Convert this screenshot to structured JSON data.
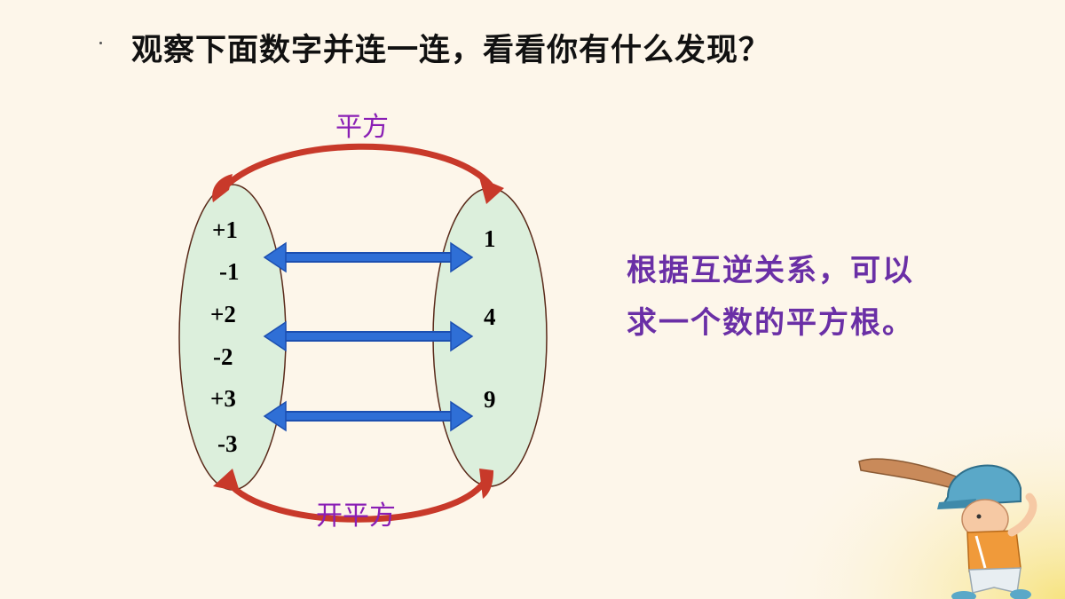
{
  "title": "观察下面数字并连一连，看看你有什么发现？",
  "top_label": "平方",
  "bottom_label": "开平方",
  "left_numbers": [
    "+1",
    "-1",
    "+2",
    "-2",
    "+3",
    "-3"
  ],
  "right_numbers": [
    "1",
    "4",
    "9"
  ],
  "note_line1": "根据互逆关系，可以",
  "note_line2": "求一个数的平方根。",
  "colors": {
    "ellipse_fill": "#dcefdc",
    "curved_arrow": "#c8392a",
    "double_arrow": "#2f6fd6",
    "label": "#8a1fb5",
    "note": "#6a2fa6"
  },
  "decoration": "baseball-boy-illustration"
}
